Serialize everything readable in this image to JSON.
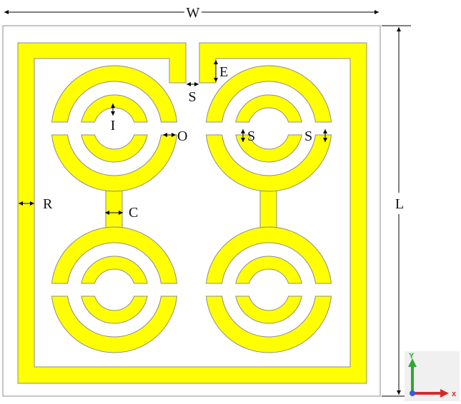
{
  "labels": {
    "W": "W",
    "L": "L",
    "E": "E",
    "S_top": "S",
    "S_left": "S",
    "S_right": "S",
    "I": "I",
    "O": "O",
    "R": "R",
    "C": "C"
  },
  "axes": {
    "y": "Y",
    "x": "x"
  },
  "colors": {
    "metal": "#ffff00",
    "outline": "#8c8c8c",
    "dimension": "#000000",
    "y_axis": "#2fa832",
    "x_axis": "#d42a2a",
    "origin": "#3a5bd8",
    "triad_bg": "#f0f0f0"
  }
}
